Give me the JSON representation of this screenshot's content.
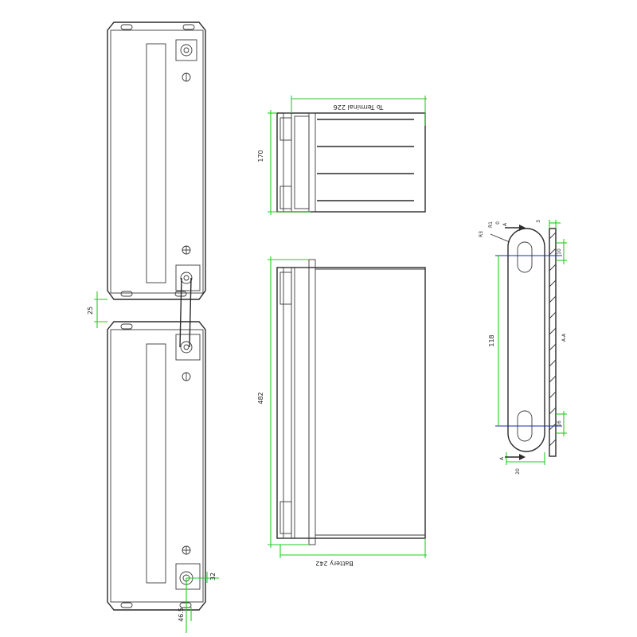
{
  "dimensions": {
    "battery_gap": "25",
    "terminal_offset_x": "32",
    "terminal_offset_y": "46.5",
    "to_terminal": "To Terminal 226",
    "height_170": "170",
    "length_482": "482",
    "battery_width": "Battery 242",
    "bracket_r3": "R3",
    "bracket_r1": "R1",
    "bracket_zero": "0",
    "bracket_3": "3",
    "slot_width": "10",
    "slot_spacing": "118",
    "section_label": "A-A",
    "slot_16": "16",
    "bracket_width": "20",
    "section_marker_top": "A",
    "section_marker_bottom": "A"
  },
  "icons": {
    "minus": "minus-symbol",
    "plus": "plus-symbol",
    "terminal": "terminal-bolt"
  },
  "colors": {
    "outline": "#2a2a2a",
    "dimension": "#22cc22",
    "centerline": "#1a2bb0"
  }
}
